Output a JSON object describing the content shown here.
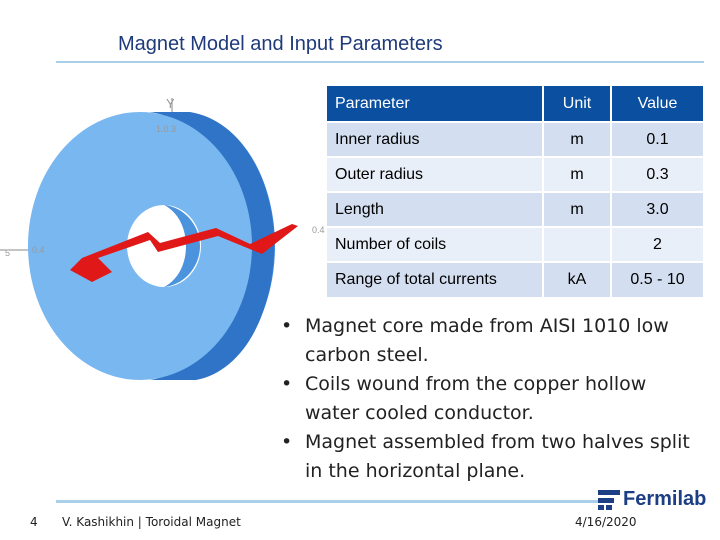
{
  "slide": {
    "title": "Magnet Model and Input Parameters"
  },
  "figure": {
    "axis_labels": {
      "y": "Y",
      "y_tick": "1.0.3",
      "left_tick": "0.4",
      "left_x": "5",
      "right_tick": "0.4"
    },
    "colors": {
      "magnet_face": "#78b7f0",
      "magnet_side": "#3f88dc",
      "coil": "#e01818"
    }
  },
  "table": {
    "headers": [
      "Parameter",
      "Unit",
      "Value"
    ],
    "rows": [
      {
        "parameter": "Inner radius",
        "unit": "m",
        "value": "0.1"
      },
      {
        "parameter": "Outer radius",
        "unit": "m",
        "value": "0.3"
      },
      {
        "parameter": "Length",
        "unit": "m",
        "value": "3.0"
      },
      {
        "parameter": "Number of coils",
        "unit": "",
        "value": "2"
      },
      {
        "parameter": "Range of total currents",
        "unit": "kA",
        "value": "0.5 - 10"
      }
    ],
    "colors": {
      "header": "#0a4fa0",
      "row_odd": "#d3dff0",
      "row_even": "#e9eff8"
    }
  },
  "bullets": [
    "Magnet core made from AISI 1010 low carbon steel.",
    "Coils wound from the copper hollow water cooled conductor.",
    "Magnet assembled from two halves split in the horizontal plane."
  ],
  "footer": {
    "page_number": "4",
    "author": "V. Kashikhin | Toroidal Magnet",
    "date": "4/16/2020",
    "logo_text": "Fermilab"
  }
}
